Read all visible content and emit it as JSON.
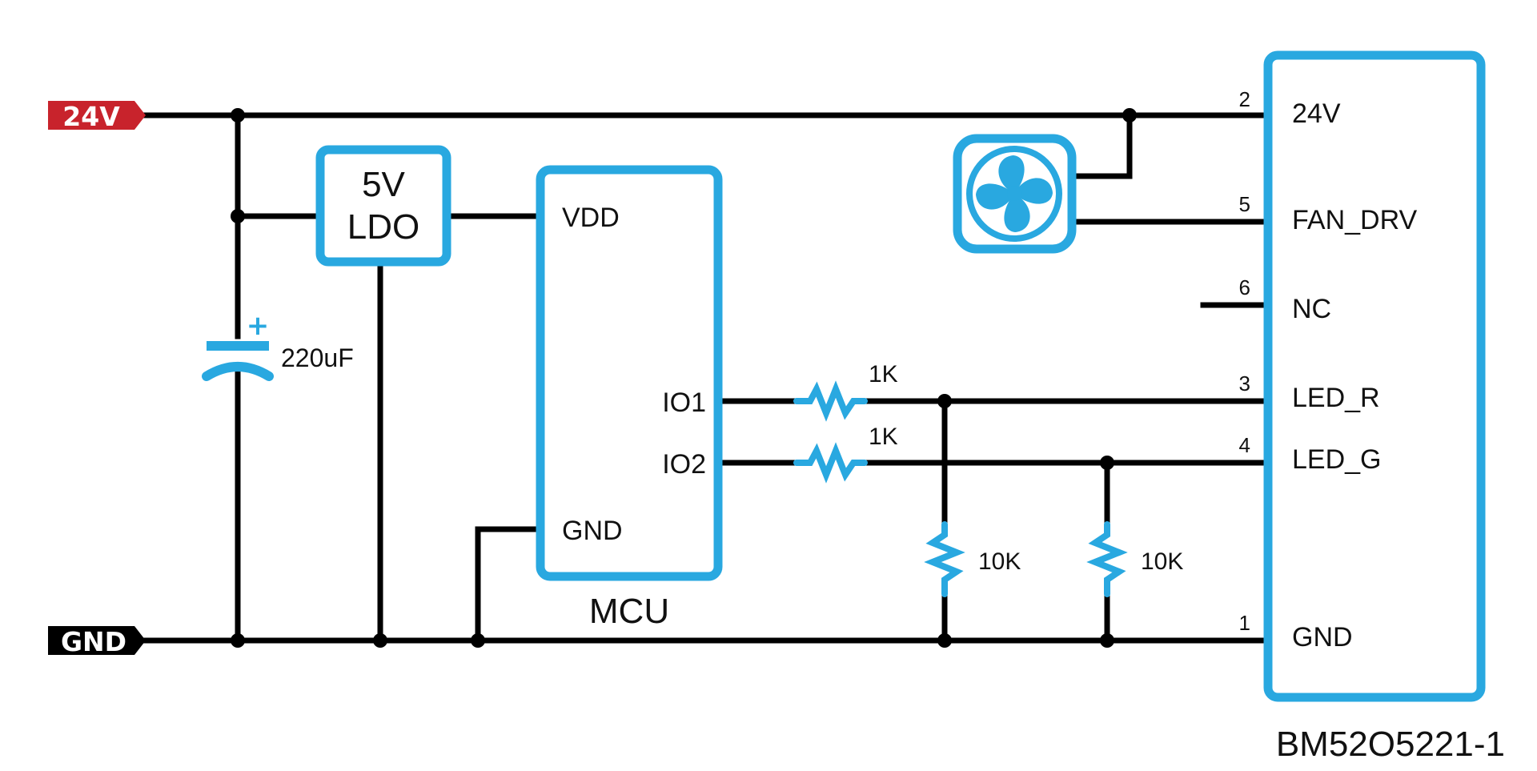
{
  "colors": {
    "accent": "#29a8e0",
    "wire": "#000000",
    "power_tag": "#c8232c",
    "ground_tag": "#000000"
  },
  "nets": {
    "power_tag": "24V",
    "ground_tag": "GND"
  },
  "capacitor": {
    "value": "220uF",
    "polarity": "+"
  },
  "ldo": {
    "line1": "5V",
    "line2": "LDO"
  },
  "mcu": {
    "name": "MCU",
    "pins": {
      "vdd": "VDD",
      "io1": "IO1",
      "io2": "IO2",
      "gnd": "GND"
    }
  },
  "resistors": {
    "r1": "1K",
    "r2": "1K",
    "r3": "10K",
    "r4": "10K"
  },
  "fan": {
    "icon": "fan-icon"
  },
  "connector": {
    "name": "BM52O5221-1",
    "pins": [
      {
        "number": "2",
        "name": "24V"
      },
      {
        "number": "5",
        "name": "FAN_DRV"
      },
      {
        "number": "6",
        "name": "NC"
      },
      {
        "number": "3",
        "name": "LED_R"
      },
      {
        "number": "4",
        "name": "LED_G"
      },
      {
        "number": "1",
        "name": "GND"
      }
    ]
  }
}
